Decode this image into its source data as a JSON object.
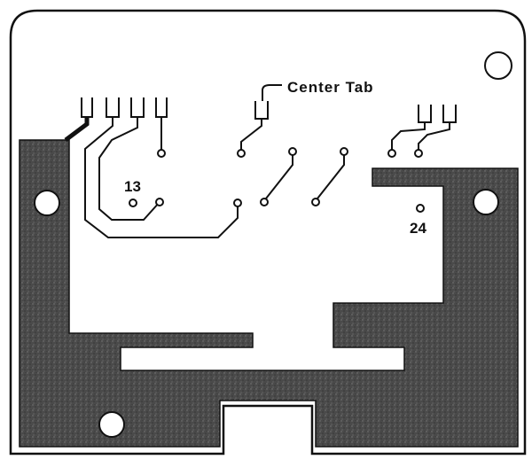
{
  "labels": {
    "center_tab": "Center Tab",
    "pin_13": "13",
    "pin_24": "24"
  },
  "colors": {
    "board_fill": "#ffffff",
    "outline": "#111111",
    "copper_fill": "#4a4a4a",
    "trace": "#111111",
    "hole_fill": "#ffffff"
  }
}
